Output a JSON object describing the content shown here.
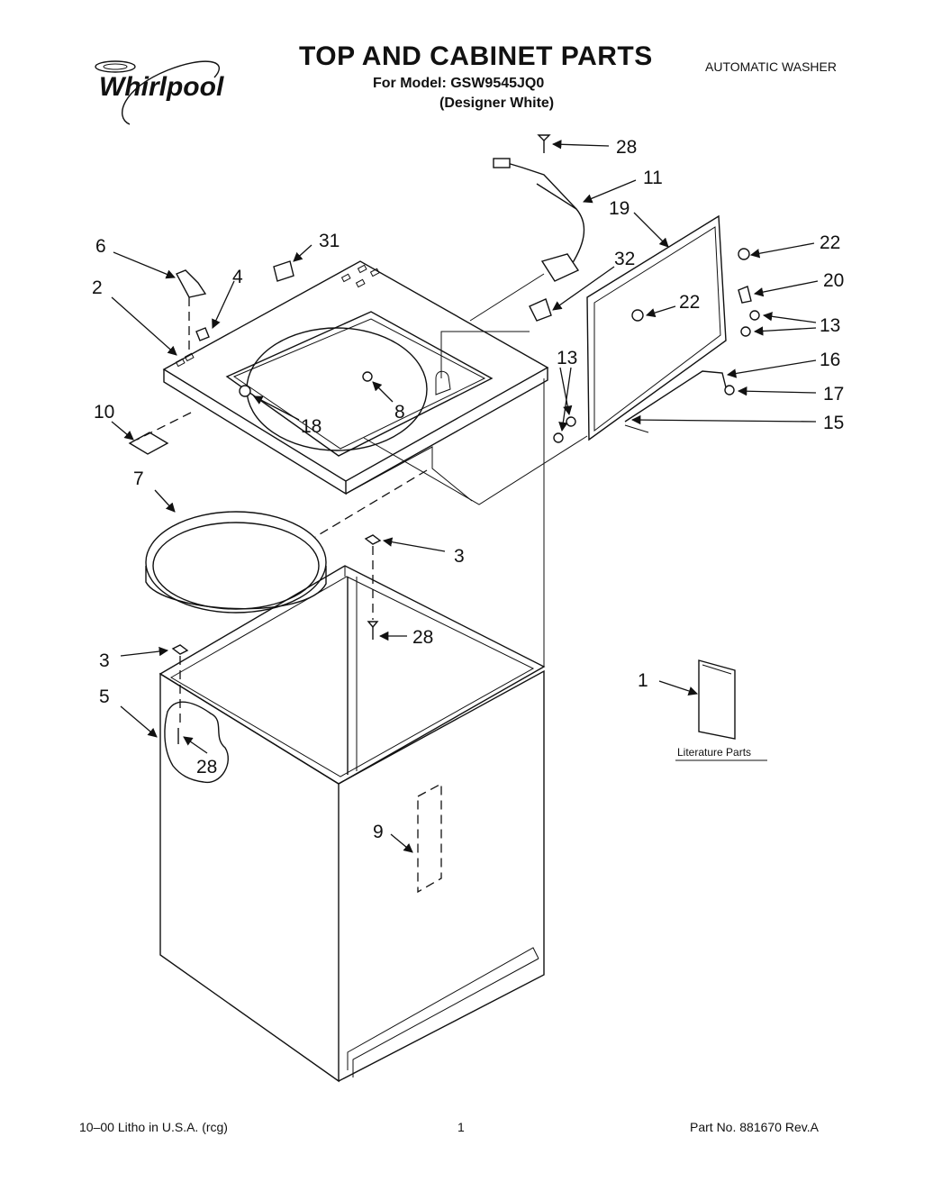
{
  "header": {
    "brand": "Whirlpool",
    "title": "TOP AND CABINET PARTS",
    "model_line": "For Model: GSW9545JQ0",
    "variant_line": "(Designer White)",
    "doc_type": "AUTOMATIC WASHER"
  },
  "diagram": {
    "callouts": {
      "c28a": "28",
      "c11": "11",
      "c19": "19",
      "c22a": "22",
      "c6": "6",
      "c31": "31",
      "c32": "32",
      "c20": "20",
      "c2": "2",
      "c4": "4",
      "c22b": "22",
      "c13a": "13",
      "c13b": "13",
      "c16": "16",
      "c17": "17",
      "c15": "15",
      "c10": "10",
      "c18": "18",
      "c8": "8",
      "c7": "7",
      "c3a": "3",
      "c28b": "28",
      "c3b": "3",
      "c5": "5",
      "c28c": "28",
      "c1": "1",
      "c9": "9"
    },
    "literature_label": "Literature Parts"
  },
  "footer": {
    "left": "10–00 Litho in U.S.A. (rcg)",
    "page": "1",
    "part_no": "Part No. 881670 Rev.A"
  }
}
